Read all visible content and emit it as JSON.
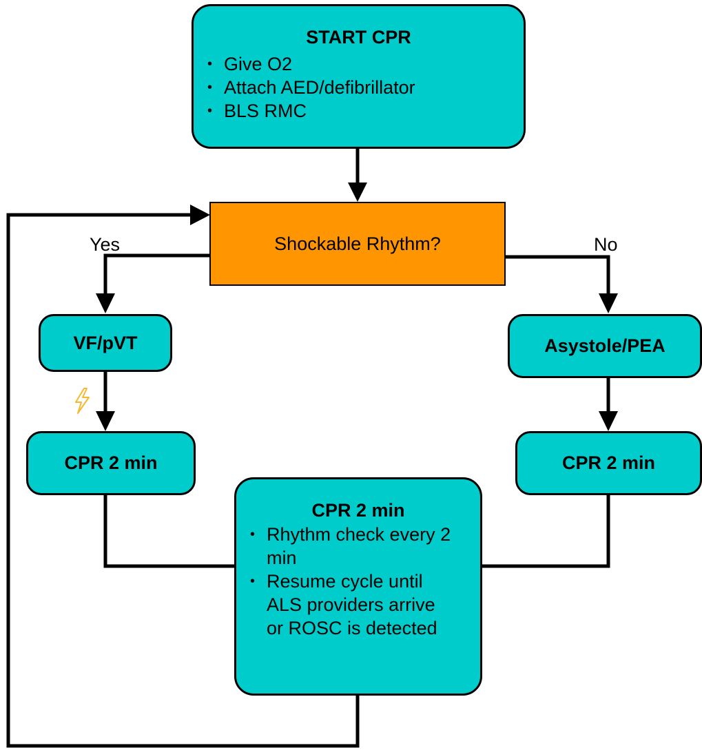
{
  "start": {
    "title": "START CPR",
    "items": [
      "Give O2",
      "Attach AED/defibrillator",
      "BLS RMC"
    ]
  },
  "decision": {
    "question": "Shockable Rhythm?",
    "yes_label": "Yes",
    "no_label": "No"
  },
  "left_branch": {
    "rhythm": "VF/pVT",
    "icon": "lightning-bolt-icon",
    "cpr": "CPR 2 min"
  },
  "right_branch": {
    "rhythm": "Asystole/PEA",
    "cpr": "CPR 2 min"
  },
  "summary": {
    "title": "CPR 2 min",
    "items": [
      "Rhythm check every 2 min",
      "Resume cycle until ALS providers arrive or ROSC is detected"
    ]
  },
  "colors": {
    "process_box": "#00CCCC",
    "decision_box": "#FF9500",
    "lines": "#000000",
    "icon": "#F5B82E"
  }
}
